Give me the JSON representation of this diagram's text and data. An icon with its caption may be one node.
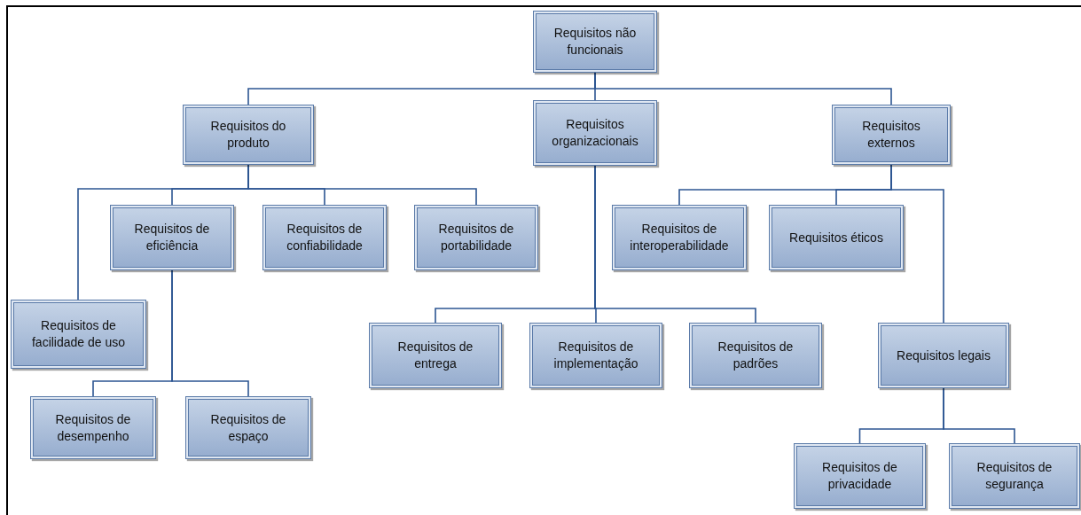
{
  "diagram": {
    "nodes": [
      {
        "text": [
          "Requisitos não funcionais"
        ]
      },
      {
        "text": [
          "Requisitos do produto"
        ]
      },
      {
        "text": [
          "Requisitos organizacionais"
        ]
      },
      {
        "text": [
          "Requisitos externos"
        ]
      },
      {
        "text": [
          "Requisitos de facilidade de uso"
        ]
      },
      {
        "text": [
          "Requisitos de eficiência"
        ]
      },
      {
        "text": [
          "Requisitos de confiabilidade"
        ]
      },
      {
        "text": [
          "Requisitos de portabilidade"
        ]
      },
      {
        "text": [
          "Requisitos de desempenho"
        ]
      },
      {
        "text": [
          "Requisitos de espaço"
        ]
      },
      {
        "text": [
          "Requisitos de interoperabilidade"
        ]
      },
      {
        "text": [
          "Requisitos éticos"
        ]
      },
      {
        "text": [
          "Requisitos de entrega"
        ]
      },
      {
        "text": [
          "Requisitos de implementação"
        ]
      },
      {
        "text": [
          "Requisitos de padrões"
        ]
      },
      {
        "text": [
          "Requisitos legais"
        ]
      },
      {
        "text": [
          "Requisitos de privacidade"
        ]
      },
      {
        "text": [
          "Requisitos de segurança"
        ]
      }
    ],
    "edges": [
      {
        "from": 0,
        "to": 1,
        "arrow": "none"
      },
      {
        "from": 0,
        "to": 2,
        "arrow": "none"
      },
      {
        "from": 0,
        "to": 3,
        "arrow": "none"
      },
      {
        "from": 1,
        "to": 4,
        "arrow": "none"
      },
      {
        "from": 1,
        "to": 5,
        "arrow": "none"
      },
      {
        "from": 1,
        "to": 6,
        "arrow": "none"
      },
      {
        "from": 1,
        "to": 7,
        "arrow": "none"
      },
      {
        "from": 5,
        "to": 8,
        "arrow": "none"
      },
      {
        "from": 5,
        "to": 9,
        "arrow": "none"
      },
      {
        "from": 3,
        "to": 10,
        "arrow": "none"
      },
      {
        "from": 3,
        "to": 11,
        "arrow": "none"
      },
      {
        "from": 3,
        "to": 15,
        "arrow": "none"
      },
      {
        "from": 2,
        "to": 12,
        "arrow": "none"
      },
      {
        "from": 2,
        "to": 13,
        "arrow": "none"
      },
      {
        "from": 2,
        "to": 14,
        "arrow": "none"
      },
      {
        "from": 15,
        "to": 16,
        "arrow": "none"
      },
      {
        "from": 15,
        "to": 17,
        "arrow": "none"
      }
    ]
  }
}
